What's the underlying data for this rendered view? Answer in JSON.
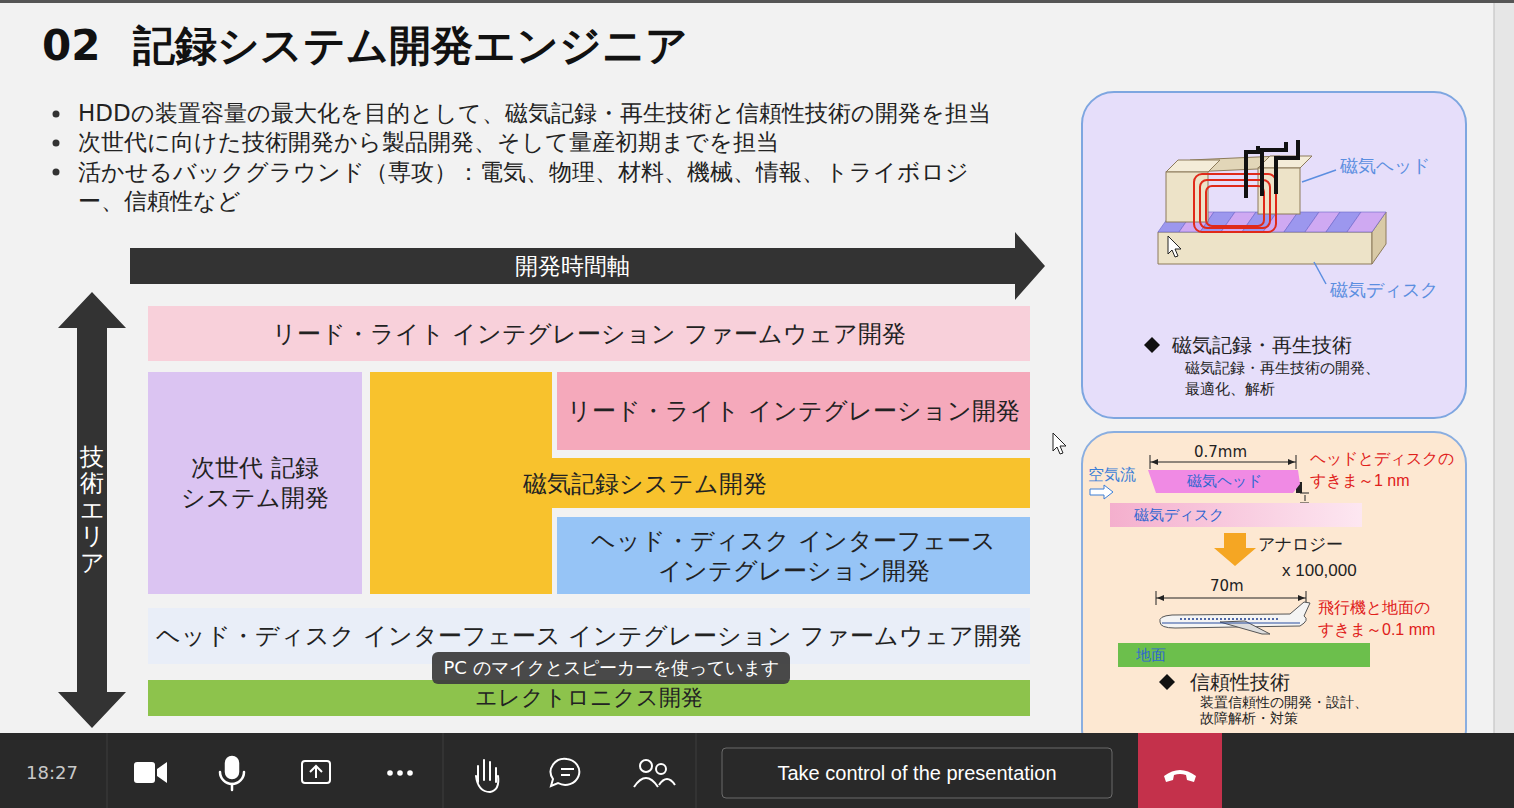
{
  "diagram": {
    "title": "02 記録システム開発エンジニア",
    "nodes": [
      {
        "text": [
          "開発時間軸"
        ]
      },
      {
        "text": [
          "技術エリア"
        ]
      },
      {
        "text": [
          "リード・ライト インテグレーション ファームウェア開発"
        ]
      },
      {
        "text": [
          "次世代 記録 システム開発"
        ]
      },
      {
        "text": [
          "磁気記録システム開発"
        ]
      },
      {
        "text": [
          "リード・ライト インテグレーション開発"
        ]
      },
      {
        "text": [
          "ヘッド・ディスク インターフェース インテグレーション開発"
        ]
      },
      {
        "text": [
          "ヘッド・ディスク インターフェース インテグレーション ファームウェア開発"
        ]
      },
      {
        "text": [
          "エレクトロニクス開発"
        ]
      },
      {
        "text": [
          "磁気記録・再生技術",
          "磁気記録・再生技術の開発、 最適化、解析"
        ]
      },
      {
        "text": [
          "信頼性技術",
          "装置信頼性の開発・設計、 故障解析・対策"
        ]
      },
      {
        "text": [
          "磁気ヘッド"
        ],
        "in": 10
      },
      {
        "text": [
          "磁気ディスク"
        ],
        "in": 10
      },
      {
        "text": [
          "地面"
        ],
        "in": 10
      }
    ],
    "labels": [
      "HDDの装置容量の最大化を目的として、磁気記録・再生技術と信頼性技術の開発を担当",
      "次世代に向けた技術開発から製品開発、そして量産初期までを担当",
      "活かせるバックグラウンド（専攻）：電気、物理、材料、機械、情報、トライボロジー、信頼性など",
      "磁気ヘッド",
      "磁気ディスク",
      "0.7mm",
      "空気流",
      "ヘッドとディスクの すきま～1 nm",
      "アナロジー",
      "x 100,000",
      "70m",
      "飛行機と地面の すきま～0.1 mm",
      "18:27",
      "PC のマイクとスピーカーを使っています",
      "Take control of the presentation"
    ]
  }
}
